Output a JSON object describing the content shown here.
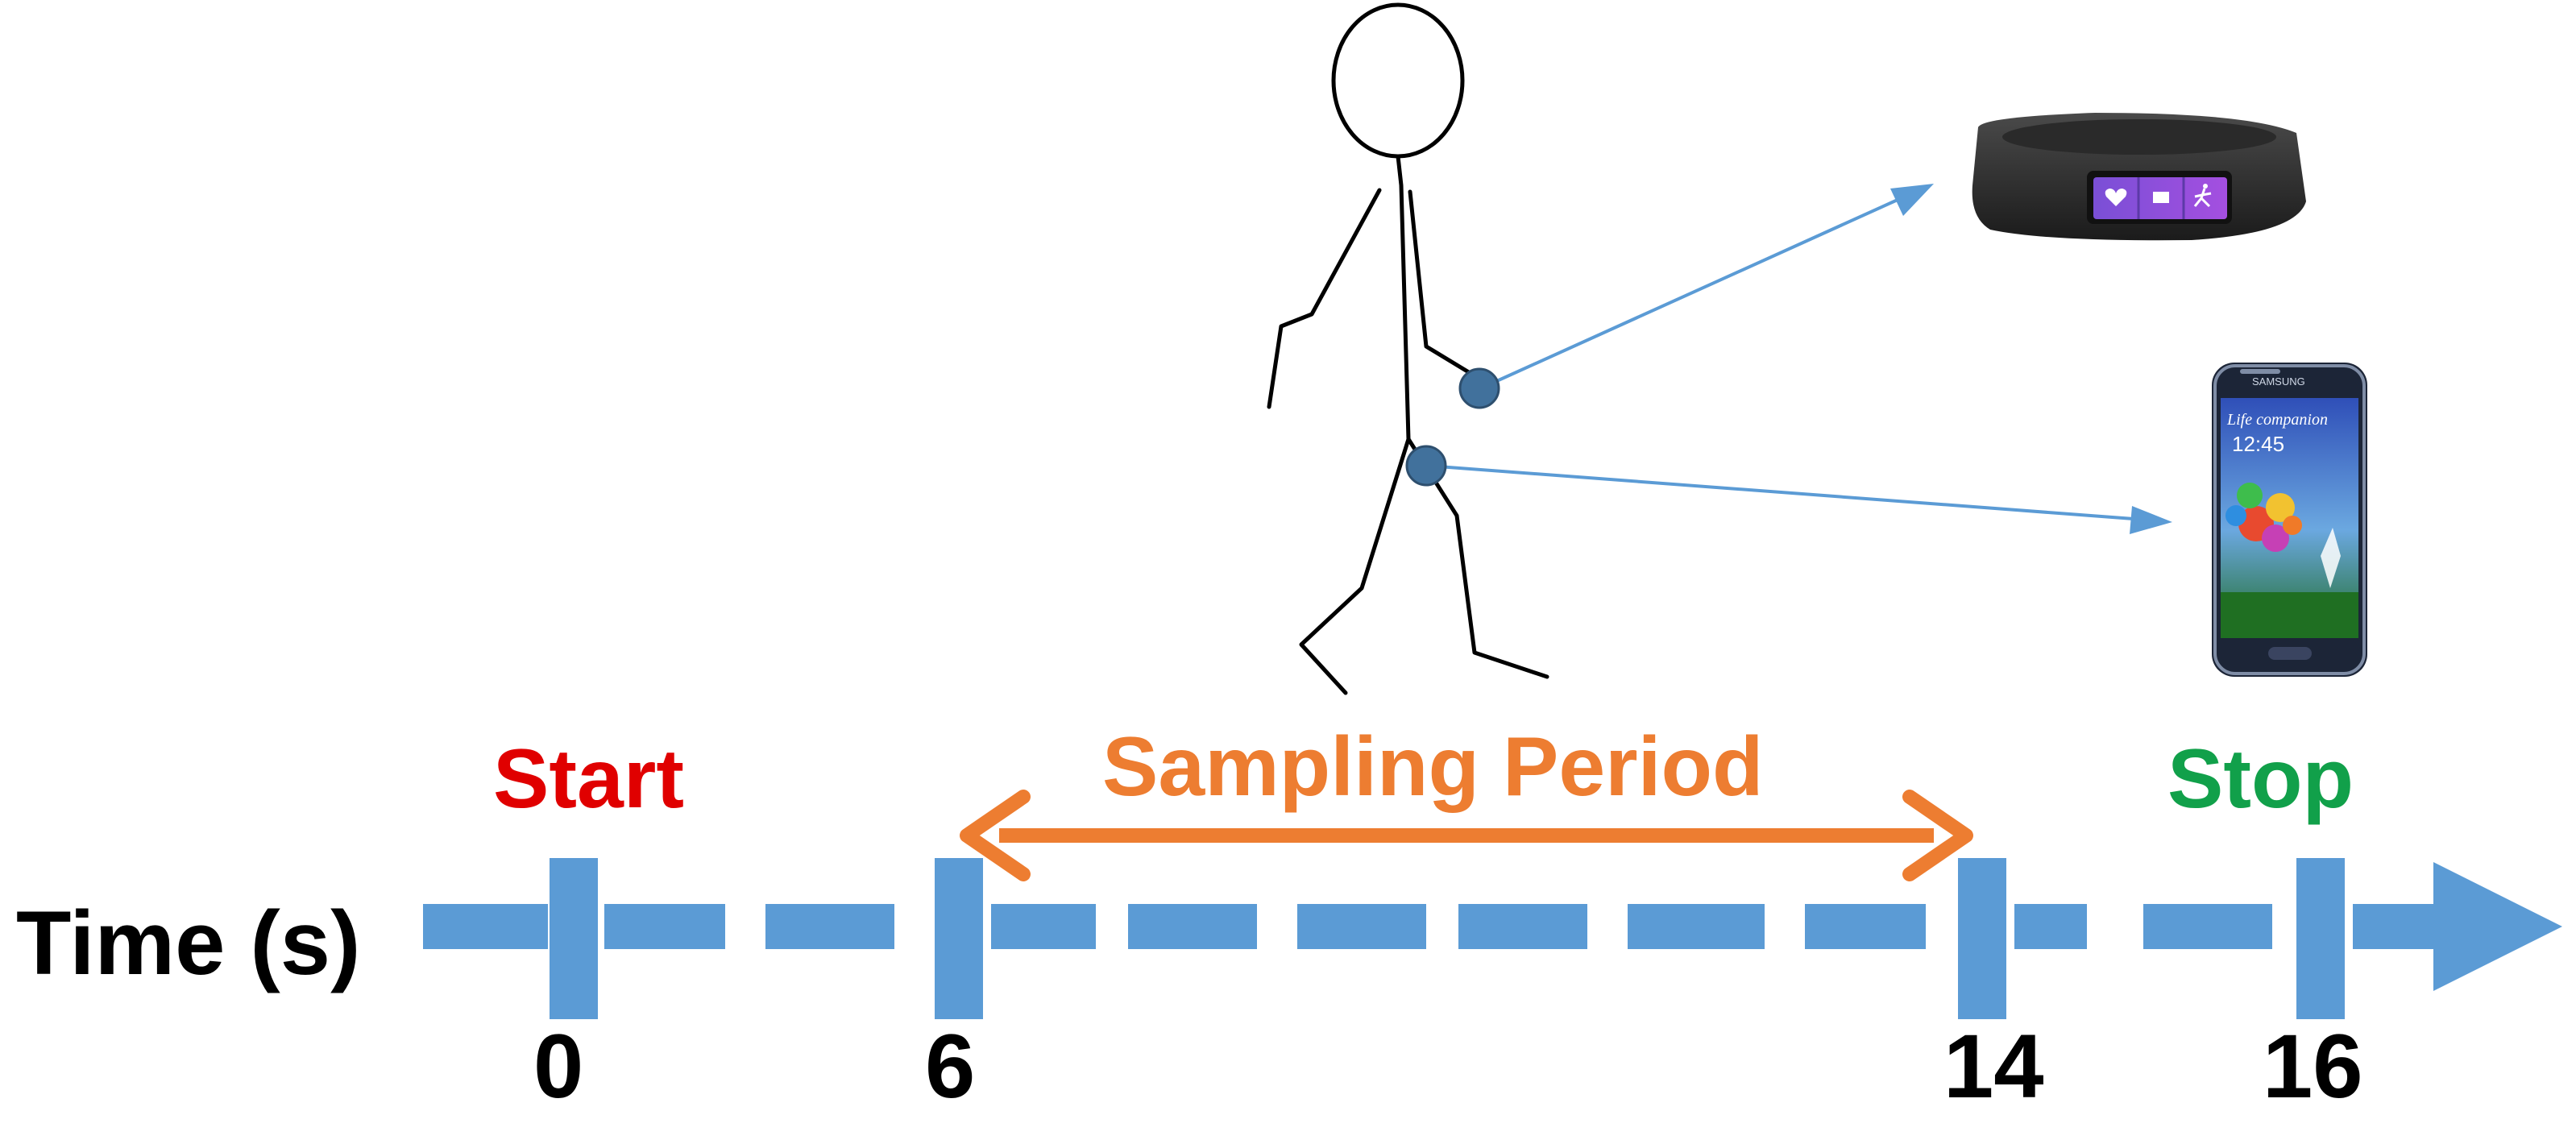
{
  "timeline": {
    "axis_label": "Time (s)",
    "events": [
      {
        "time": 0,
        "tick_label": "0",
        "event_label": "Start",
        "color": "#e00000"
      },
      {
        "time": 6,
        "tick_label": "6",
        "event_label": "",
        "color": ""
      },
      {
        "time": 14,
        "tick_label": "14",
        "event_label": "",
        "color": ""
      },
      {
        "time": 16,
        "tick_label": "16",
        "event_label": "Stop",
        "color": "#11a04a"
      }
    ],
    "sampling_period": {
      "label": "Sampling Period",
      "from": 6,
      "to": 14,
      "color": "#ed7d31"
    },
    "line_color": "#5b9bd5"
  },
  "figure": {
    "devices": [
      {
        "name": "smart-band",
        "attached_at": "wrist"
      },
      {
        "name": "smartphone",
        "attached_at": "thigh",
        "screen_text": [
          "Life companion",
          "12:45"
        ]
      }
    ],
    "sensor_color": "#41719c",
    "connector_color": "#5b9bd5"
  }
}
